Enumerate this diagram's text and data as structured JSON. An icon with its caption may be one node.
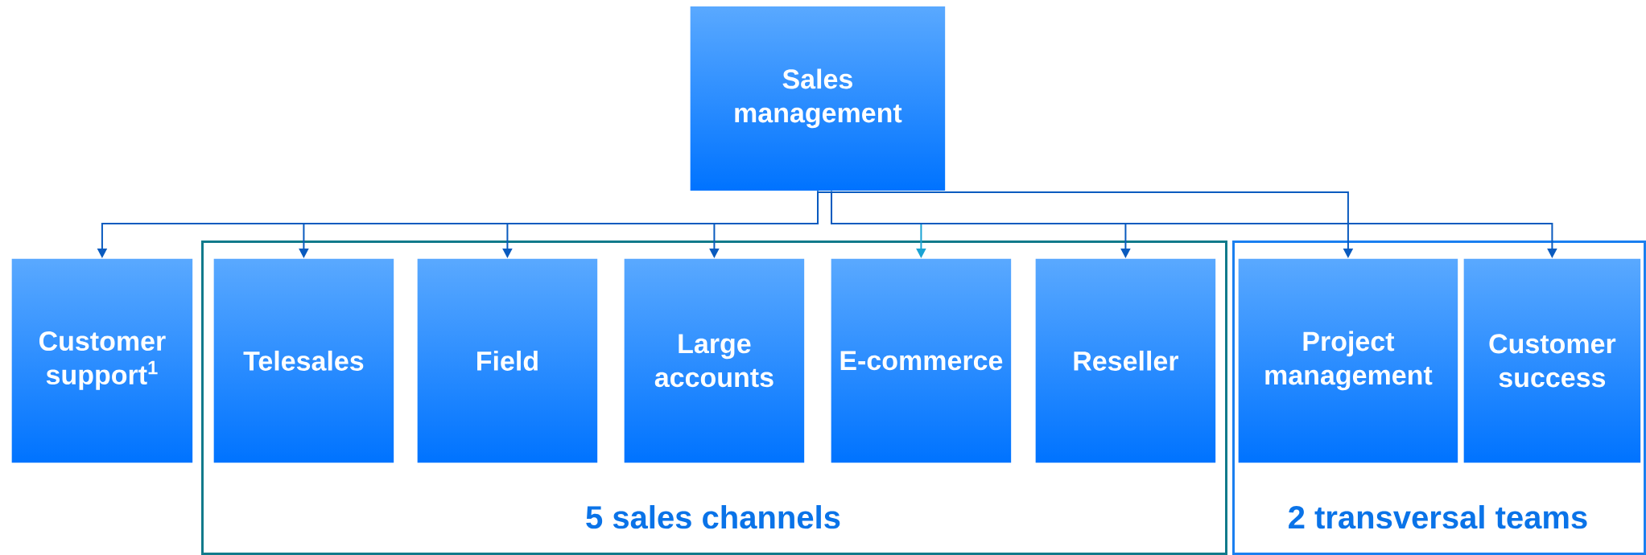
{
  "diagram": {
    "nodes": [
      {
        "text": [
          "Sales management"
        ]
      },
      {
        "text": [
          "Customer support$^{1}$"
        ]
      },
      {
        "text": [
          "5 sales channels"
        ]
      },
      {
        "text": [
          "Telesales"
        ],
        "in": 2
      },
      {
        "text": [
          "Field"
        ],
        "in": 2
      },
      {
        "text": [
          "Large accounts"
        ],
        "in": 2
      },
      {
        "text": [
          "E-commerce"
        ],
        "in": 2
      },
      {
        "text": [
          "Reseller"
        ],
        "in": 2
      },
      {
        "text": [
          "2 transversal teams"
        ]
      },
      {
        "text": [
          "Project management"
        ],
        "in": 8
      },
      {
        "text": [
          "Customer success"
        ],
        "in": 8
      }
    ],
    "edges": [
      {
        "from": 0,
        "to": 1,
        "arrow": "to"
      },
      {
        "from": 0,
        "to": 3,
        "arrow": "to"
      },
      {
        "from": 0,
        "to": 4,
        "arrow": "to"
      },
      {
        "from": 0,
        "to": 5,
        "arrow": "to"
      },
      {
        "from": 0,
        "to": 6,
        "arrow": "to",
        "color": "#1aa3d4"
      },
      {
        "from": 0,
        "to": 7,
        "arrow": "to"
      },
      {
        "from": 0,
        "to": 9,
        "arrow": "to"
      },
      {
        "from": 0,
        "to": 10,
        "arrow": "to"
      }
    ]
  }
}
